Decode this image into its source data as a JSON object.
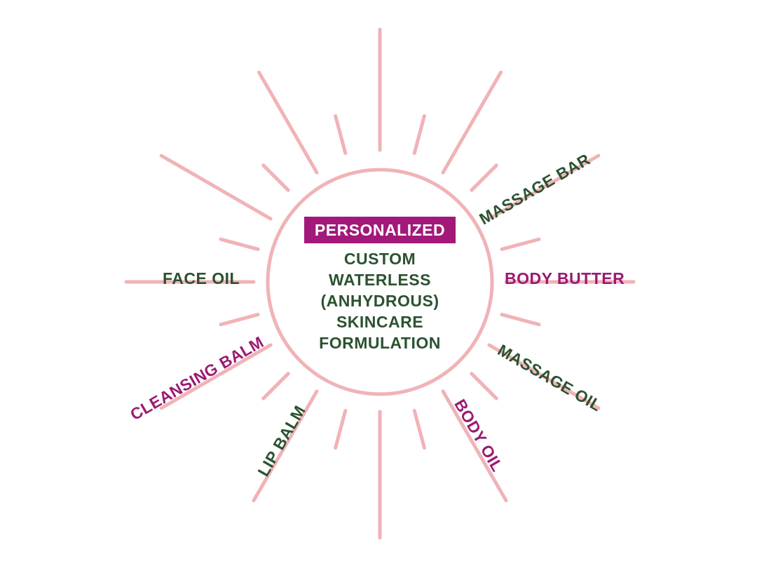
{
  "colors": {
    "ray": "#f0b3b7",
    "accent": "#a2197a",
    "green": "#2b5230",
    "magenta": "#9b1a72",
    "badge_text": "#ffffff"
  },
  "center": {
    "badge": "PERSONALIZED",
    "lines": [
      "CUSTOM",
      "WATERLESS",
      "(ANHYDROUS)",
      "SKINCARE",
      "FORMULATION"
    ]
  },
  "products": [
    {
      "label": "MASSAGE BAR",
      "color": "green"
    },
    {
      "label": "BODY BUTTER",
      "color": "magenta"
    },
    {
      "label": "MASSAGE OIL",
      "color": "green"
    },
    {
      "label": "BODY OIL",
      "color": "magenta"
    },
    {
      "label": "LIP BALM",
      "color": "green"
    },
    {
      "label": "CLEANSING BALM",
      "color": "magenta"
    },
    {
      "label": "FACE OIL",
      "color": "green"
    }
  ]
}
